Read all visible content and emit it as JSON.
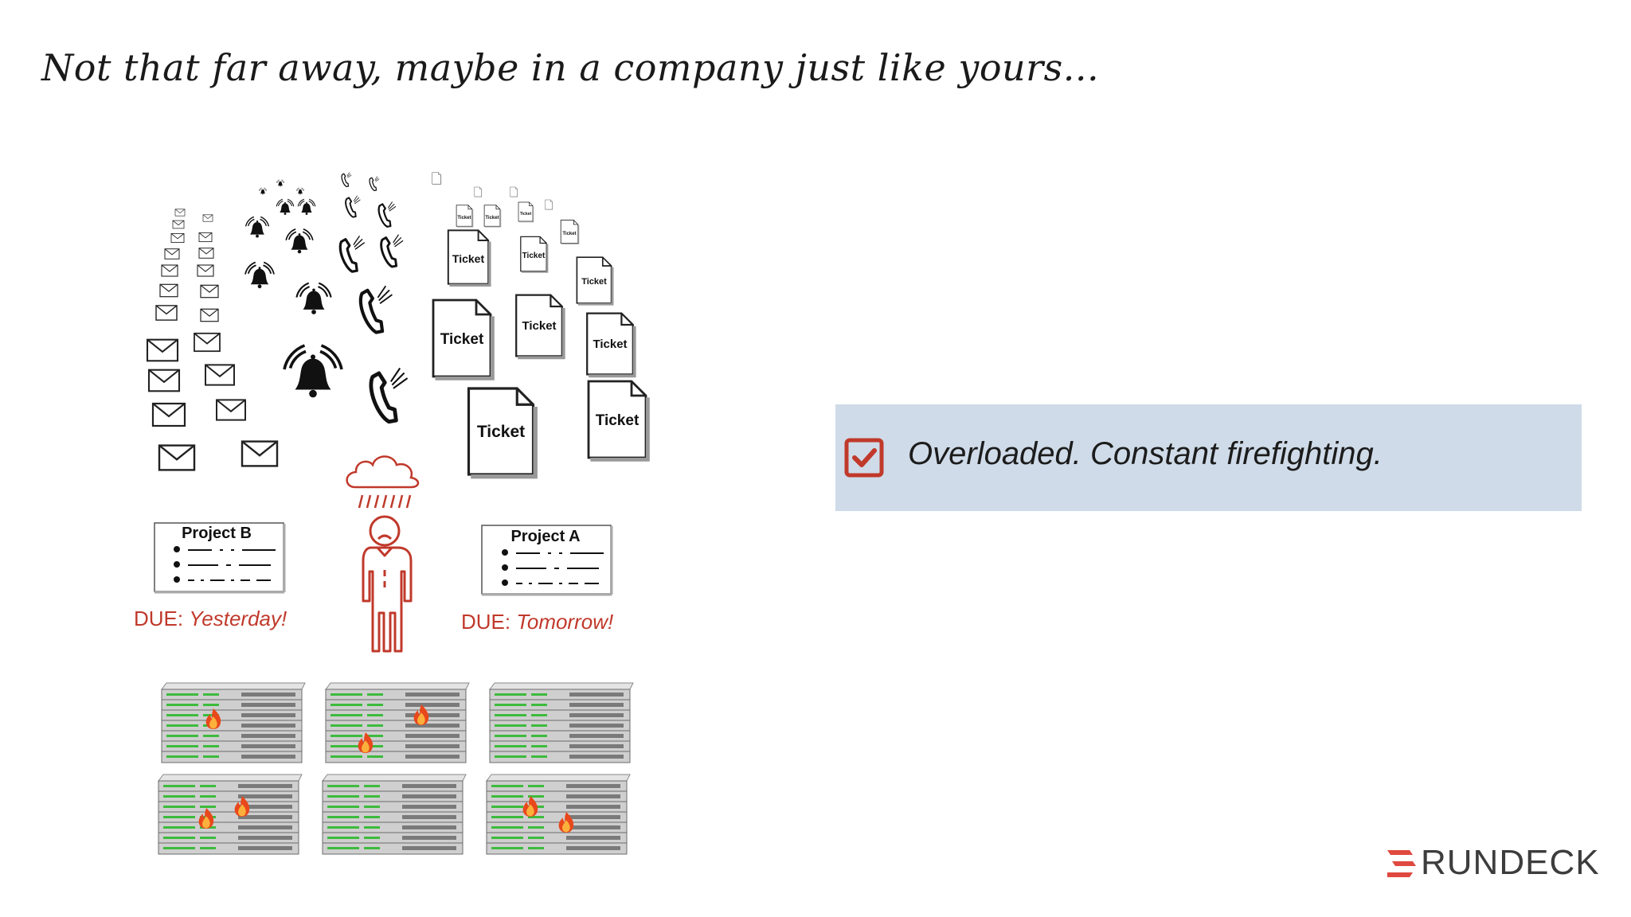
{
  "slide": {
    "title": "Not that far away, maybe in a company just like yours..."
  },
  "illustration": {
    "ticket_label": "Ticket",
    "project_b": {
      "title": "Project B",
      "due_prefix": "DUE:",
      "due_when": "Yesterday!"
    },
    "project_a": {
      "title": "Project A",
      "due_prefix": "DUE:",
      "due_when": "Tomorrow!"
    },
    "accent_color": "#c0392b",
    "server_fire_counts": [
      1,
      2,
      0,
      2,
      0,
      2
    ]
  },
  "callout": {
    "text": "Overloaded. Constant firefighting.",
    "background": "#cfdbe8",
    "check_color": "#c0392b"
  },
  "brand": {
    "logo_text": "RUNDECK",
    "logo_color": "#e0493f"
  }
}
